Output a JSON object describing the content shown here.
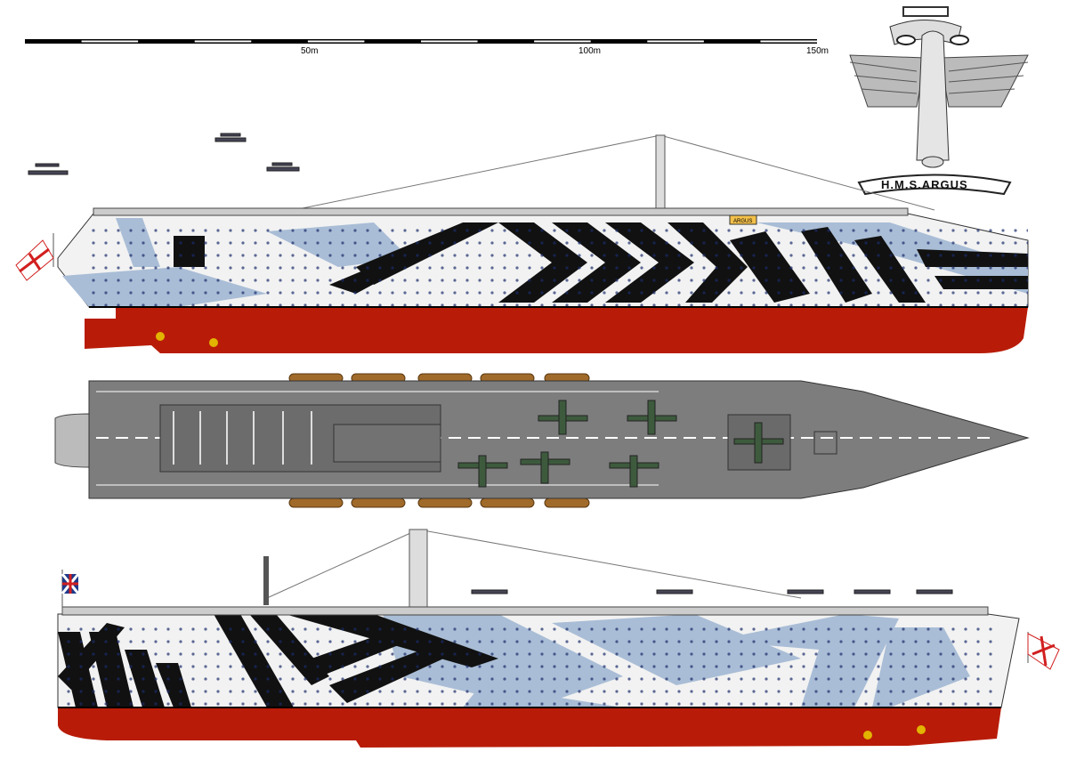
{
  "scale_bar": {
    "labels": [
      "50m",
      "100m",
      "150m"
    ],
    "max_meters": 150
  },
  "badge": {
    "ribbon_text": "H.M.S.ARGUS"
  },
  "ship_sign": "ARGUS",
  "colors": {
    "hull_red": "#b81c08",
    "dazzle_black": "#111111",
    "dazzle_blue": "#a9bdd6",
    "dazzle_white": "#f2f2f2",
    "deck_grey": "#7d7d7d",
    "ensign_red": "#d21f1f"
  },
  "views": [
    "starboard-profile",
    "flight-deck-plan",
    "port-profile"
  ]
}
